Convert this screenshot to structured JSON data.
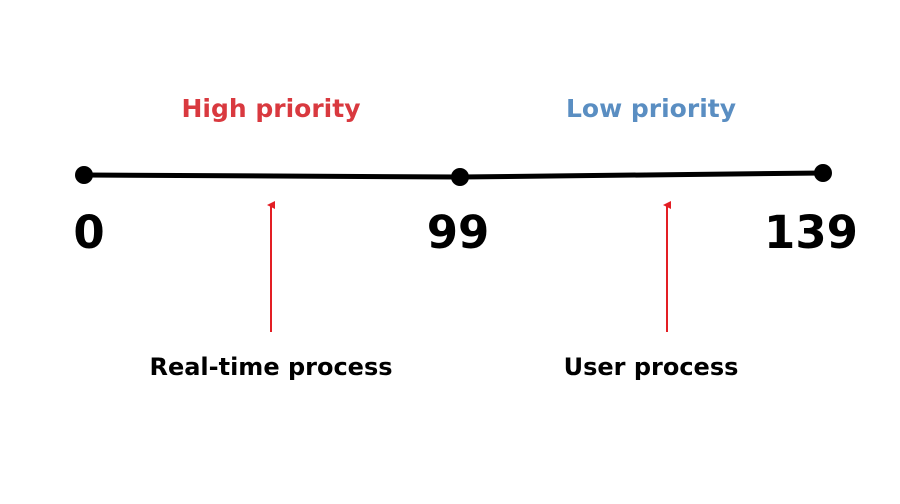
{
  "colors": {
    "high": "#d9393f",
    "low": "#5a8ec2",
    "line": "#000000",
    "arrow": "#e31e24"
  },
  "regions": {
    "high": "High priority",
    "low": "Low priority"
  },
  "ticks": [
    "0",
    "99",
    "139"
  ],
  "processes": {
    "realtime": "Real-time process",
    "user": "User process"
  }
}
